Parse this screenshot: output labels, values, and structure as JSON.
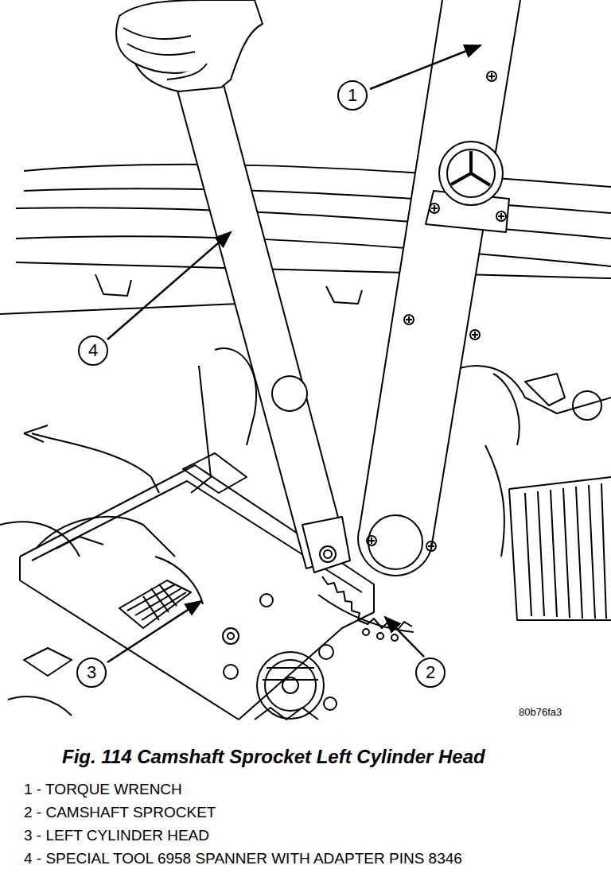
{
  "diagram": {
    "caption": "Fig. 114 Camshaft Sprocket Left Cylinder Head",
    "nodes": [
      {
        "text": [
          "1"
        ]
      },
      {
        "text": [
          "4"
        ]
      },
      {
        "text": [
          "3"
        ]
      },
      {
        "text": [
          "2"
        ]
      }
    ],
    "labels": [
      "1 - TORQUE WRENCH",
      "2 - CAMSHAFT SPROCKET",
      "3 - LEFT CYLINDER HEAD",
      "4 - SPECIAL TOOL 6958 SPANNER WITH ADAPTER PINS 8346",
      "80b76fa3"
    ]
  }
}
